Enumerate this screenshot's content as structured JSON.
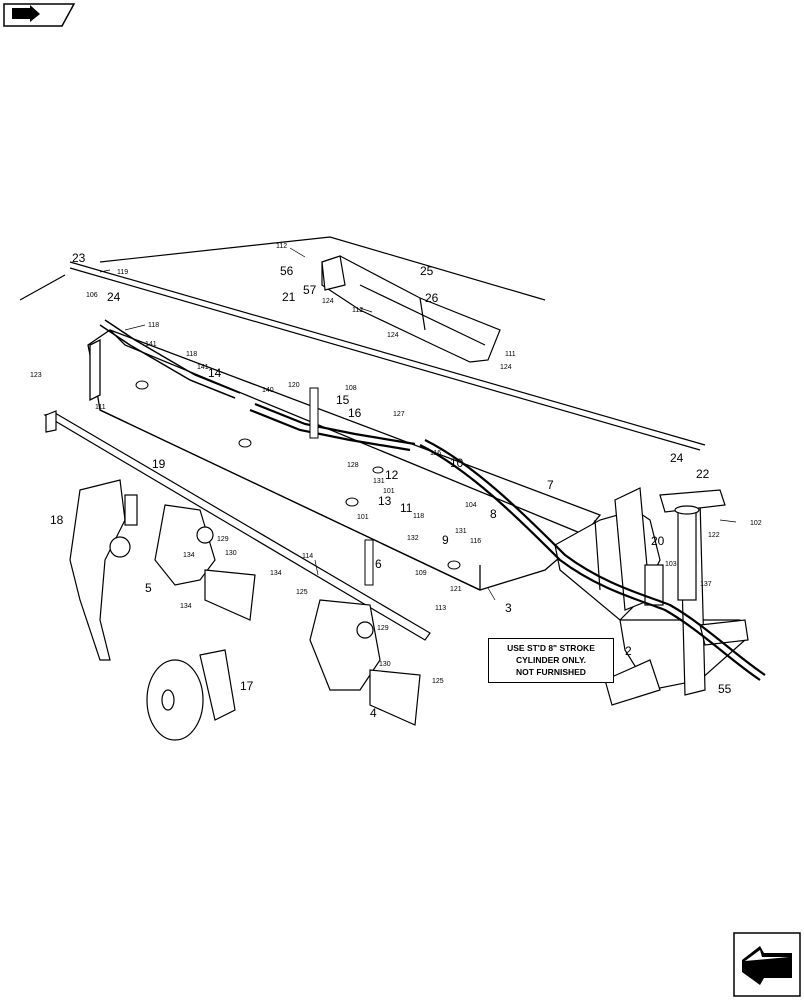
{
  "navigation": {
    "prev_icon": "previous-page-arrow-icon",
    "next_icon": "next-page-arrow-icon"
  },
  "note": {
    "line1": "USE ST'D 8\" STROKE",
    "line2": "CYLINDER ONLY.",
    "line3": "NOT FURNISHED"
  },
  "callouts": {
    "c112a": "112",
    "c56": "56",
    "c57": "57",
    "c25": "25",
    "c26": "26",
    "c124a": "124",
    "c112b": "112",
    "c124b": "124",
    "c111a": "111",
    "c124c": "124",
    "c23": "23",
    "c119": "119",
    "c106": "106",
    "c24a": "24",
    "c21": "21",
    "c118a": "118",
    "c141a": "141",
    "c118b": "118",
    "c141b": "141",
    "c14": "14",
    "c123": "123",
    "c111b": "111",
    "c140": "140",
    "c120": "120",
    "c108": "108",
    "c15": "15",
    "c16": "16",
    "c127": "127",
    "c24b": "24",
    "c22": "22",
    "c19": "19",
    "c116a": "116",
    "c10": "10",
    "c128": "128",
    "c12": "12",
    "c131a": "131",
    "c101a": "101",
    "c13": "13",
    "c118c": "118",
    "c11": "11",
    "c101b": "101",
    "c104": "104",
    "c8": "8",
    "c7": "7",
    "c131b": "131",
    "c116b": "116",
    "c132": "132",
    "c9": "9",
    "c18": "18",
    "c129a": "129",
    "c134a": "134",
    "c130a": "130",
    "c134b": "134",
    "c5": "5",
    "c134c": "134",
    "c114": "114",
    "c6": "6",
    "c109": "109",
    "c121": "121",
    "c125a": "125",
    "c113": "113",
    "c3": "3",
    "c122": "122",
    "c102": "102",
    "c20": "20",
    "c103": "103",
    "c137": "137",
    "c129b": "129",
    "c130b": "130",
    "c125b": "125",
    "c4": "4",
    "c17": "17",
    "c2": "2",
    "c55": "55"
  }
}
